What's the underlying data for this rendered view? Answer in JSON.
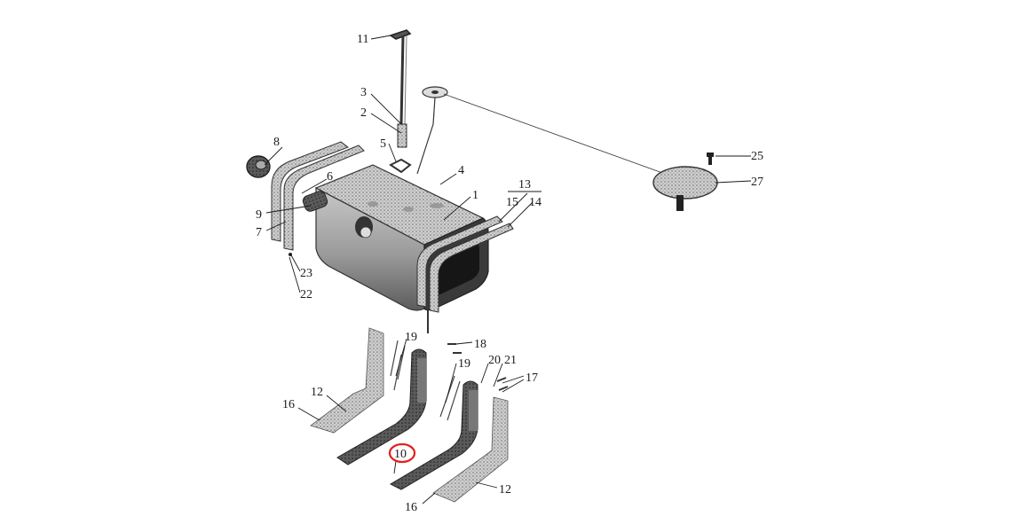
{
  "callouts": {
    "c1": "1",
    "c2": "2",
    "c3": "3",
    "c4": "4",
    "c5": "5",
    "c6": "6",
    "c7": "7",
    "c8": "8",
    "c9": "9",
    "c10": "10",
    "c11": "11",
    "c12a": "12",
    "c12b": "12",
    "c13": "13",
    "c14": "14",
    "c15": "15",
    "c16a": "16",
    "c16b": "16",
    "c17": "17",
    "c18": "18",
    "c19a": "19",
    "c19b": "19",
    "c20": "20",
    "c21": "21",
    "c22": "22",
    "c23": "23",
    "c25": "25",
    "c27": "27"
  },
  "highlight": {
    "target": "10",
    "color": "#e0211d"
  },
  "colors": {
    "ink": "#1a1a1a",
    "shade": "#7a7a7a",
    "dark": "#2a2a2a",
    "background": "#ffffff"
  }
}
